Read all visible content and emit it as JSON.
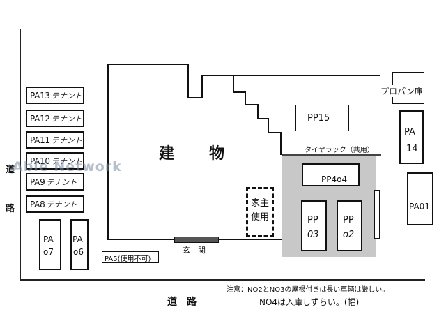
{
  "roads": {
    "left_label_top": "道",
    "left_label_bottom": "路",
    "bottom_label": "道　路"
  },
  "building": {
    "label_a": "建",
    "label_b": "物",
    "entrance": "玄　関"
  },
  "owner_spot": {
    "line1": "家主",
    "line2": "使用"
  },
  "propane": {
    "label": "プロパン庫"
  },
  "tire_rack": {
    "label": "タイヤラック（共用）"
  },
  "slots_left": [
    {
      "code": "PA13",
      "note": "テナント"
    },
    {
      "code": "PA12",
      "note": "テナント"
    },
    {
      "code": "PA11",
      "note": "テナント"
    },
    {
      "code": "PA10",
      "note": "テナント"
    },
    {
      "code": "PA9",
      "note": "テナント"
    },
    {
      "code": "PA8",
      "note": "テナント"
    }
  ],
  "slots_bottom": {
    "pa07_a": "PA",
    "pa07_b": "o7",
    "pa06_a": "PA",
    "pa06_b": "o6",
    "pa05": "PA5(使用不可)"
  },
  "slots_right": {
    "pp15": "PP15",
    "pa14_a": "PA",
    "pa14_b": "14",
    "pa01": "PA01",
    "pp04": "PP4o4",
    "pp03_a": "PP",
    "pp03_b": "03",
    "pp02_a": "PP",
    "pp02_b": "o2"
  },
  "notes": {
    "line1": "注意：NO2とNO3の屋根付きは長い車輌は厳しい。",
    "line2": "NO4は入庫しずらい。(幅)"
  },
  "watermark": "Able Network"
}
